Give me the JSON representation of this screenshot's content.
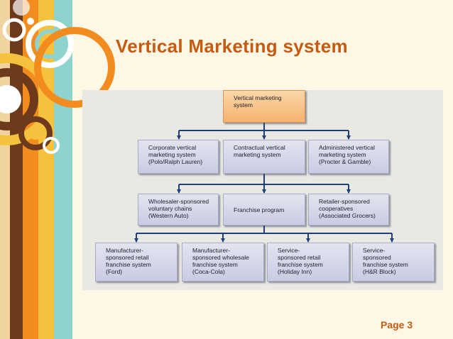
{
  "slide": {
    "title": "Vertical Marketing system",
    "page_label": "Page 3"
  },
  "diagram": {
    "root": "Vertical marketing\nsystem",
    "level1": [
      "Corporate vertical\nmarketing system\n(Polo/Ralph Lauren)",
      "Contractual vertical\nmarketing system",
      "Administered vertical\nmarketing system\n(Procter & Gamble)"
    ],
    "level2": [
      "Wholesaler-sponsored\nvoluntary chains\n(Western Auto)",
      "Franchise program",
      "Retailer-sponsored\ncooperatives\n(Associated Grocers)"
    ],
    "level3": [
      "Manufacturer-\nsponsored retail\nfranchise system\n(Ford)",
      "Manufacturer-\nsponsored wholesale\nfranchise system\n(Coca-Cola)",
      "Service-\nsponsored retail\nfranchise system\n(Holiday Inn)",
      "Service-\nsponsored\nfranchise system\n(H&R Block)"
    ]
  },
  "colors": {
    "title": "#c55a11",
    "root_box": "#f4b36d",
    "node_box": "#c9cce2",
    "connector": "#1f3f7a"
  }
}
